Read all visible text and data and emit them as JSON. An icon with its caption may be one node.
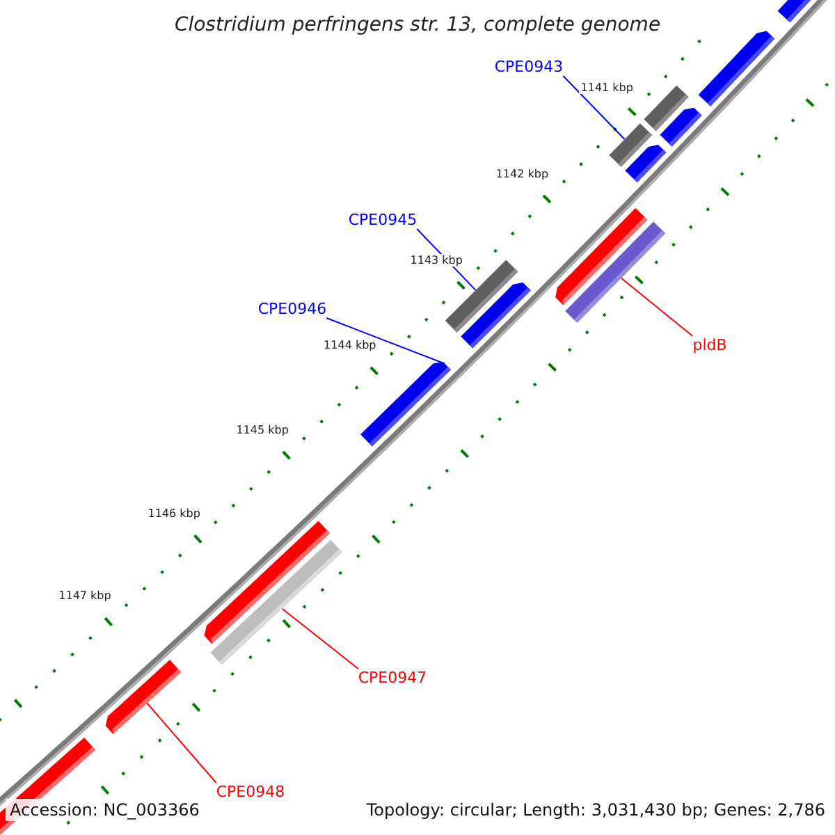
{
  "diagram": {
    "title": "Clostridium perfringens str. 13, complete genome",
    "nodes": [
      {
        "text": [
          "CPE0943"
        ]
      },
      {
        "text": [],
        "shape": "bar"
      },
      {
        "text": [
          "CPE0945"
        ]
      },
      {
        "text": [],
        "shape": "bar"
      },
      {
        "text": [
          "CPE0946"
        ]
      },
      {
        "text": [],
        "shape": "arrow"
      },
      {
        "text": [
          "pldB"
        ]
      },
      {
        "text": [],
        "shape": "bar"
      },
      {
        "text": [
          "CPE0947"
        ]
      },
      {
        "text": [],
        "shape": "bar"
      },
      {
        "text": [
          "CPE0948"
        ]
      },
      {
        "text": [],
        "shape": "arrow"
      },
      {
        "text": [],
        "shape": "arrow"
      },
      {
        "text": [],
        "shape": "arrow"
      },
      {
        "text": [],
        "shape": "arrow"
      },
      {
        "text": [],
        "shape": "arrow"
      },
      {
        "text": [],
        "shape": "arrow"
      },
      {
        "text": [],
        "shape": "bar"
      },
      {
        "text": [],
        "shape": "arrow"
      },
      {
        "text": [],
        "shape": "arrow"
      },
      {
        "text": [],
        "shape": "arrow"
      }
    ],
    "edges": [
      {
        "from": 0,
        "to": 1,
        "arrow": "none",
        "color": "#0000ff"
      },
      {
        "from": 2,
        "to": 3,
        "arrow": "none",
        "color": "#0000ff"
      },
      {
        "from": 4,
        "to": 5,
        "arrow": "none",
        "color": "#0000ff"
      },
      {
        "from": 6,
        "to": 7,
        "arrow": "none",
        "color": "#ff0000"
      },
      {
        "from": 8,
        "to": 9,
        "arrow": "none",
        "color": "#ff0000"
      },
      {
        "from": 10,
        "to": 11,
        "arrow": "none",
        "color": "#ff0000"
      }
    ],
    "labels": [
      "1141 kbp",
      "1142 kbp",
      "1143 kbp",
      "1144 kbp",
      "1145 kbp",
      "1146 kbp",
      "1147 kbp",
      "Accession: NC_003366",
      "Topology: circular; Length: 3,031,430 bp; Genes: 2,786"
    ]
  }
}
